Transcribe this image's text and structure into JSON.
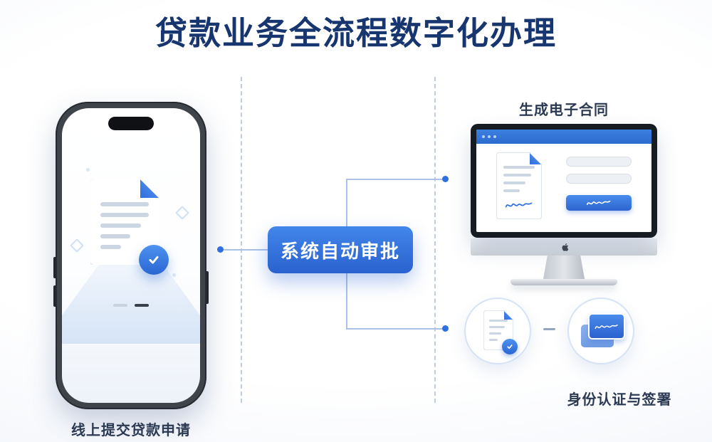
{
  "title": "贷款业务全流程数字化办理",
  "flow": {
    "step1": {
      "caption": "线上提交贷款申请",
      "icon": "document-check-icon"
    },
    "step2": {
      "label": "系统自动审批"
    },
    "step3": {
      "caption": "生成电子合同",
      "icon": "imac-contract-screen"
    },
    "step4": {
      "caption": "身份认证与签署",
      "icons": [
        "document-check-icon",
        "id-card-signature-icon"
      ]
    }
  },
  "colors": {
    "accent_blue": "#2F6FE0",
    "title_navy": "#17356F",
    "approval_gradient_top": "#4286EA",
    "approval_gradient_bottom": "#2A62CF",
    "connector_line": "#AAC2E6"
  }
}
